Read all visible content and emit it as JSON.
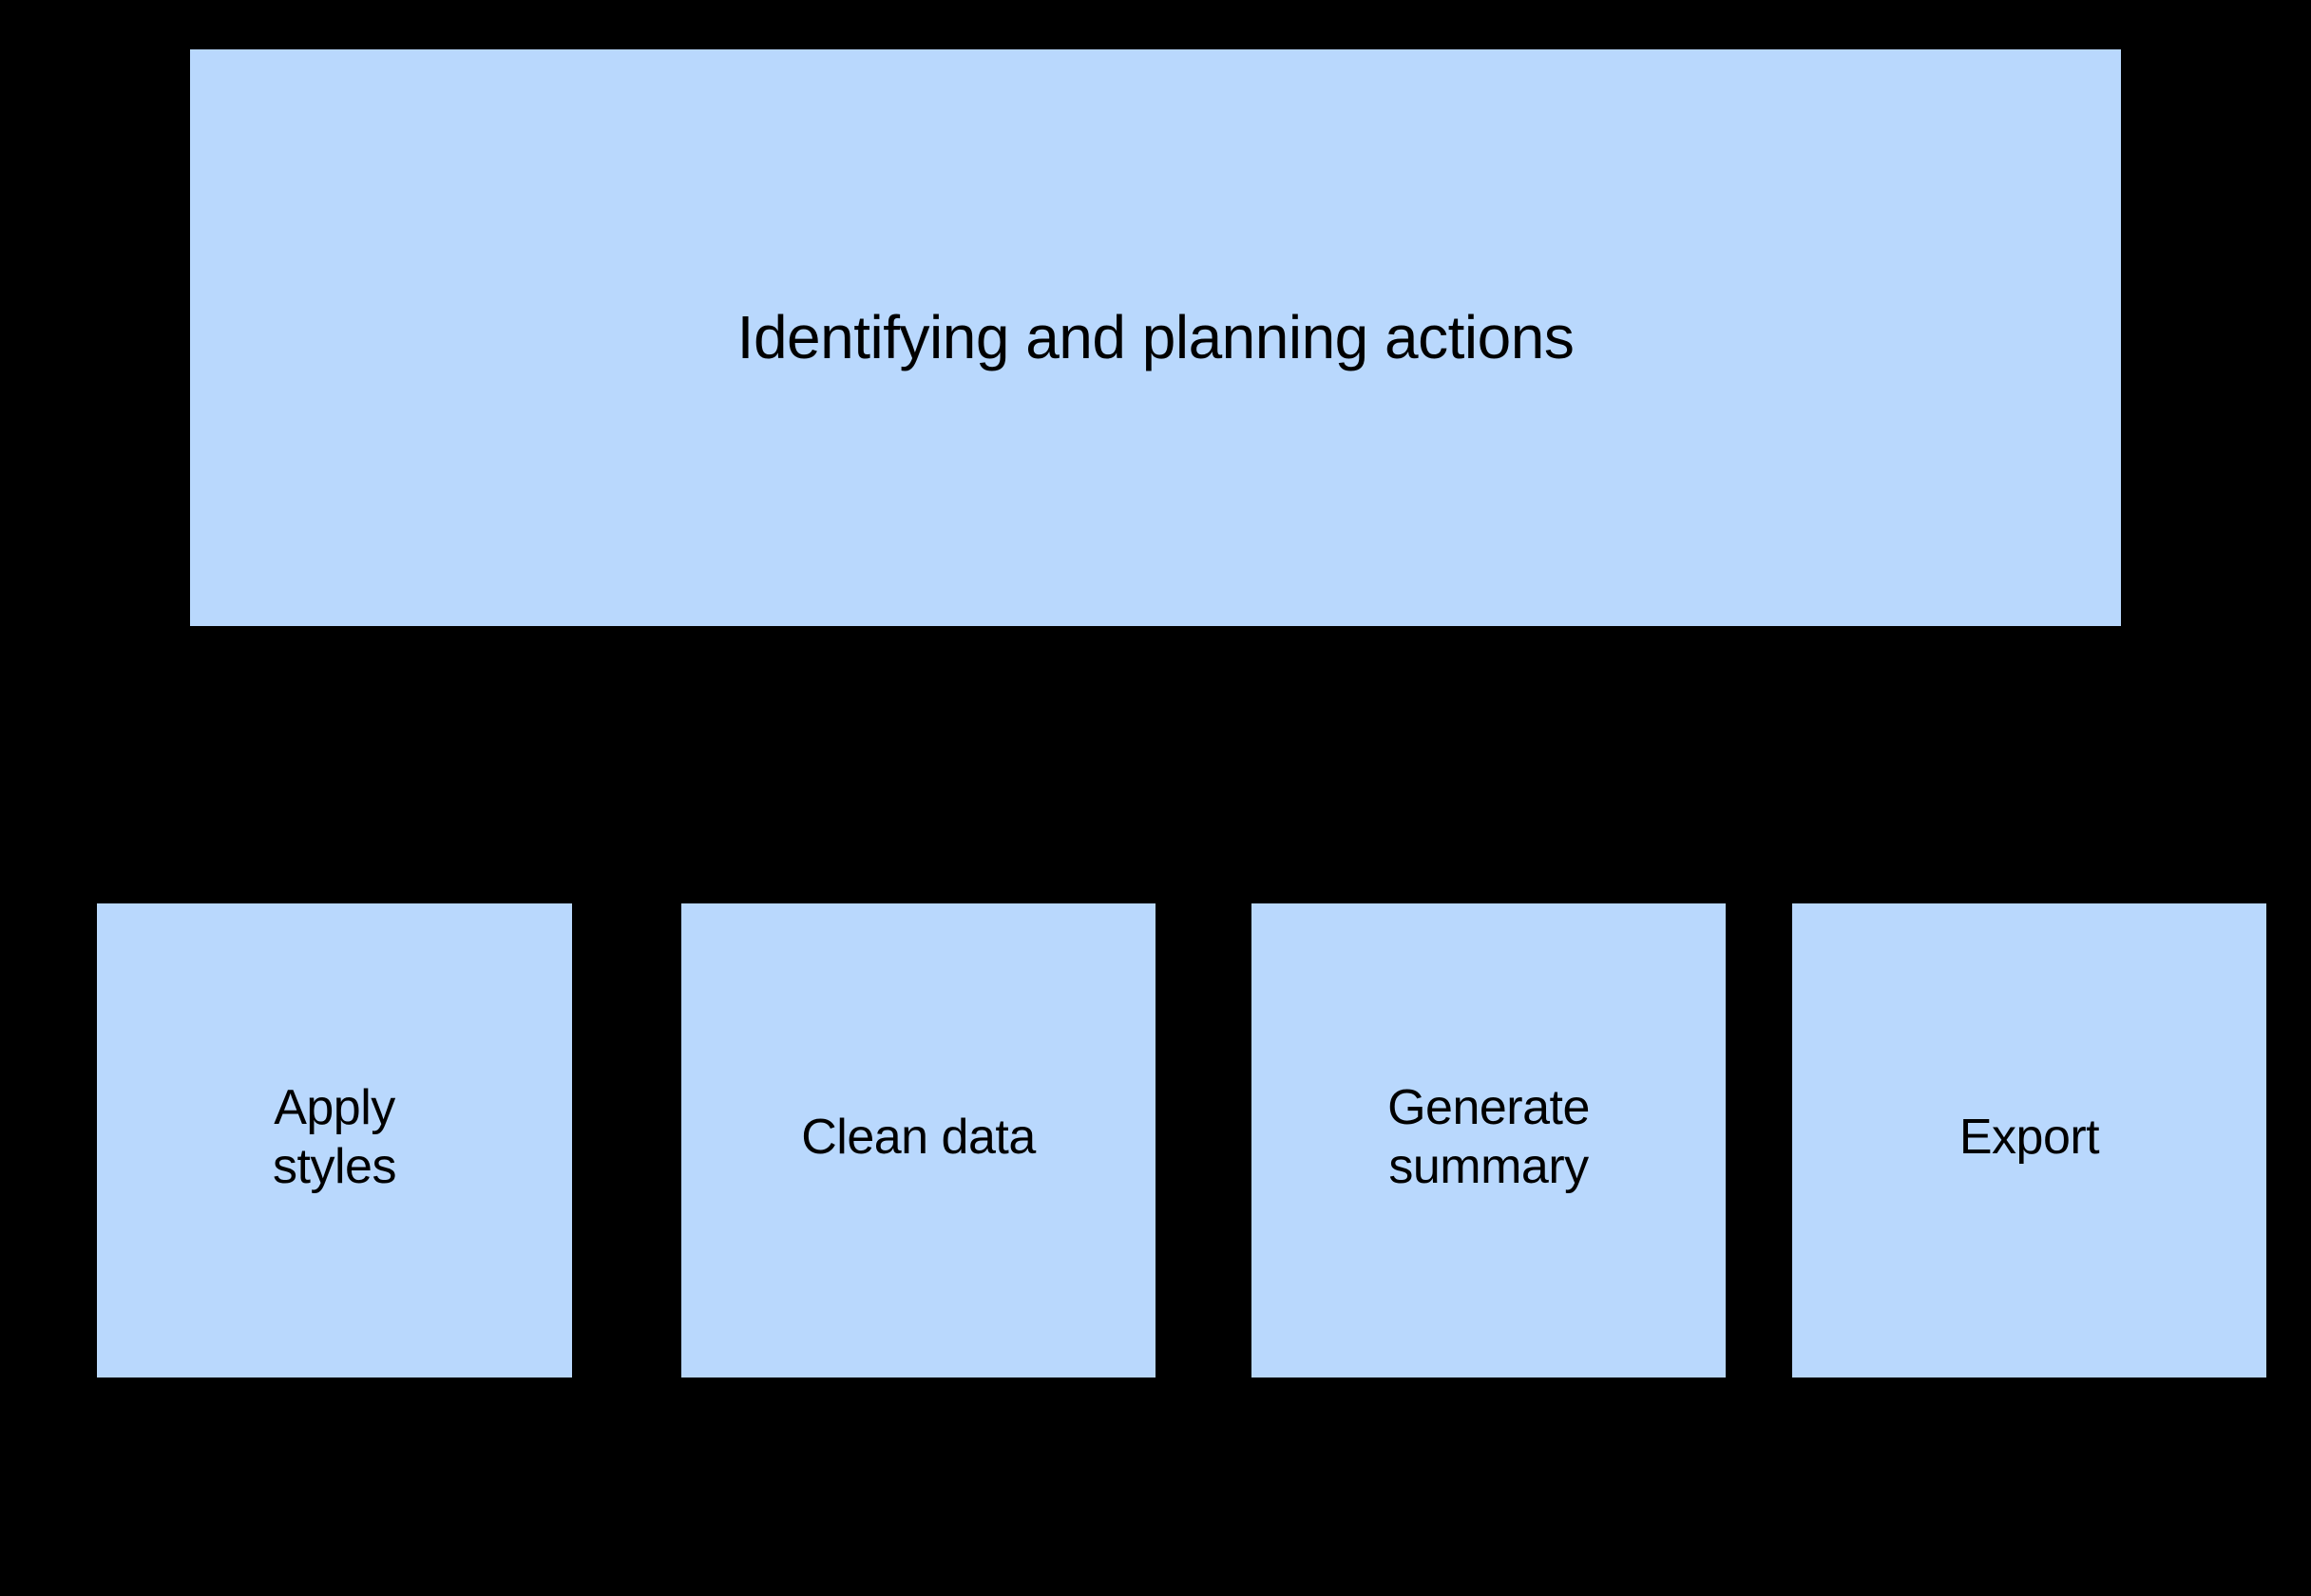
{
  "diagram": {
    "title": "Identifying and planning actions",
    "background_color": "#000000",
    "node_fill_color": "#b9d8fd",
    "node_text_color": "#000000",
    "root": {
      "label": "Identifying and planning actions"
    },
    "children": [
      {
        "label": "Apply\nstyles"
      },
      {
        "label": "Clean data"
      },
      {
        "label": "Generate\nsummary"
      },
      {
        "label": "Export"
      }
    ]
  }
}
